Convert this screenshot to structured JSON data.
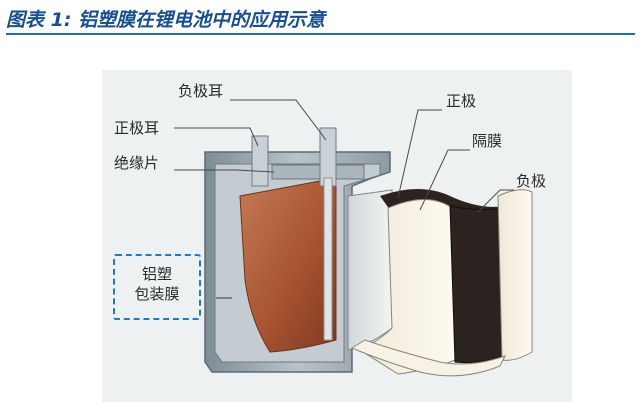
{
  "caption": {
    "text": "图表 1: 铝塑膜在锂电池中的应用示意"
  },
  "labels": {
    "positive_tab": "正极耳",
    "negative_tab": "负极耳",
    "insulating_sheet": "绝缘片",
    "positive_electrode": "正极",
    "separator": "隔膜",
    "negative_electrode": "负极",
    "pouch_film_line1": "铝塑",
    "pouch_film_line2": "包装膜"
  },
  "colors": {
    "caption": "#1a4f8e",
    "rule": "#1f6fb0",
    "dashed_box": "#1f7ac6",
    "pouch": "#9eaab2",
    "electrode_copper": "#a8593a",
    "negative_dark": "#2a2320"
  }
}
